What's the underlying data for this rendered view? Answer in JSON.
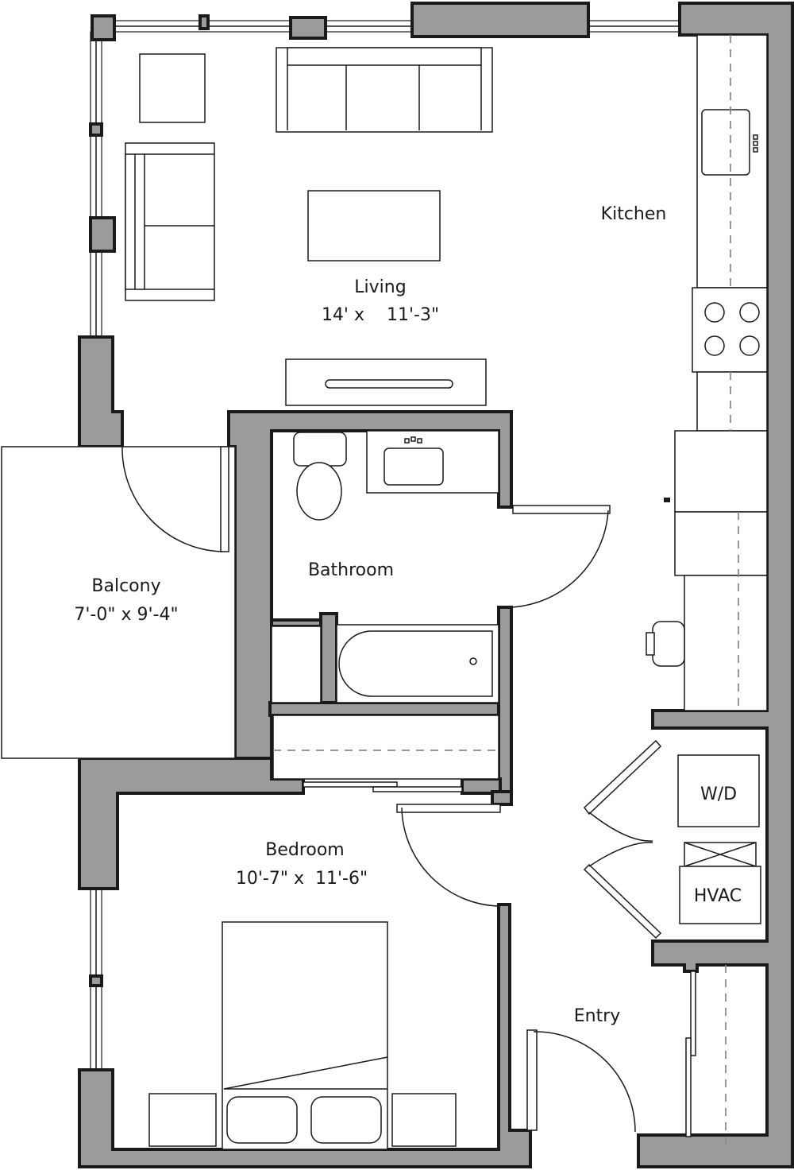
{
  "rooms": {
    "living": {
      "name": "Living",
      "size": "14' x    11'-3\""
    },
    "kitchen": {
      "name": "Kitchen"
    },
    "bathroom": {
      "name": "Bathroom"
    },
    "balcony": {
      "name": "Balcony",
      "size": "7'-0\" x 9'-4\""
    },
    "bedroom": {
      "name": "Bedroom",
      "size": "10'-7\" x  11'-6\""
    },
    "entry": {
      "name": "Entry"
    },
    "laundry": {
      "name": "W/D"
    },
    "hvac": {
      "name": "HVAC"
    }
  },
  "colors": {
    "wall_fill": "#9b9b9b",
    "line": "#1a1a1a",
    "dash": "#8a8a8a"
  }
}
